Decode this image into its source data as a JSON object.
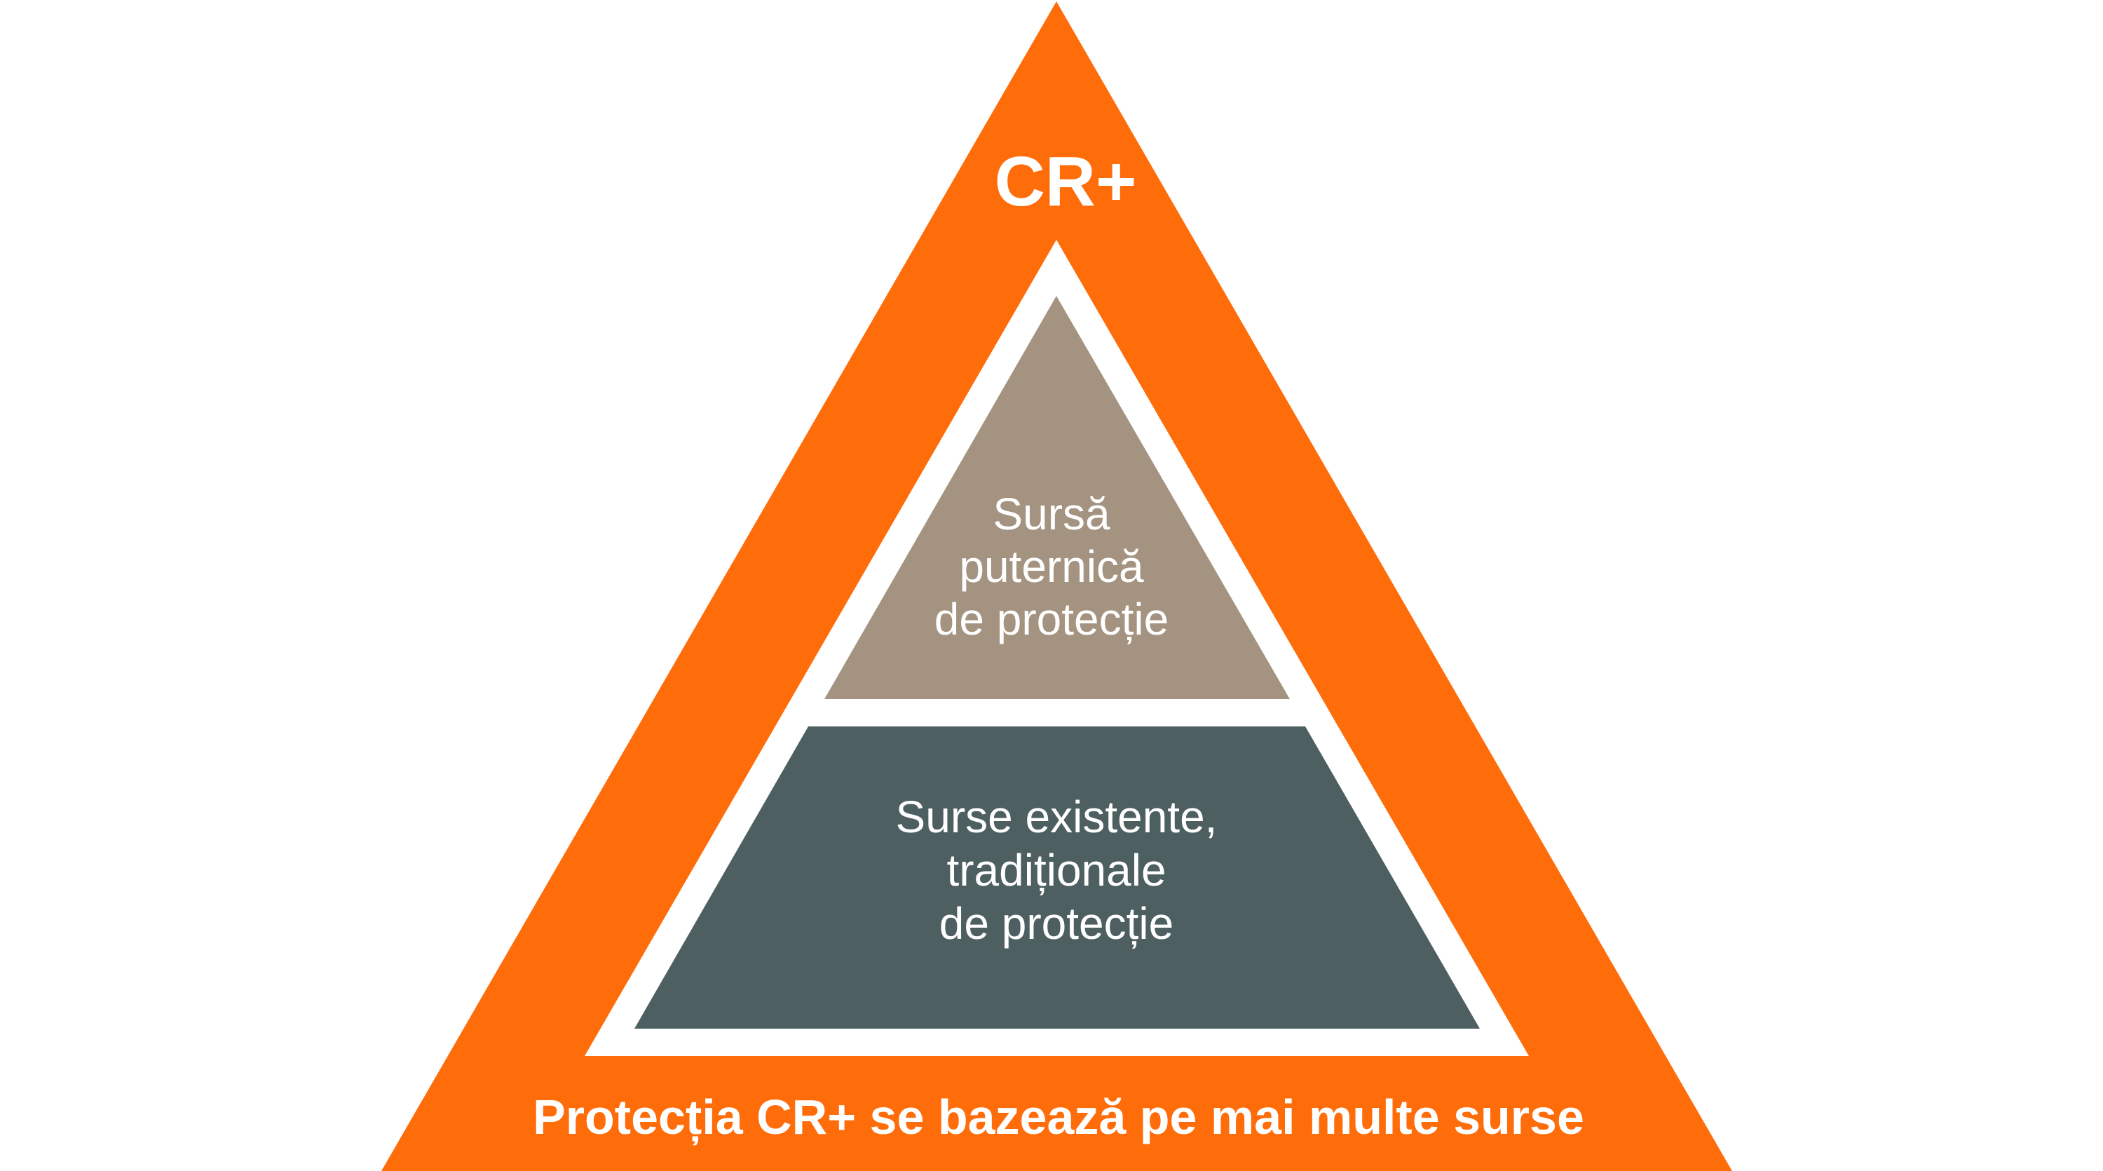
{
  "colors": {
    "outer": "#FF6C0A",
    "gap": "#FFFFFF",
    "top_section": "#A39380",
    "bottom_section": "#4D5F60",
    "text": "#FFFFFF"
  },
  "outer": {
    "top_label": "CR+",
    "bottom_label": "Protecția CR+ se bazează pe mai multe surse"
  },
  "top_section": {
    "lines": [
      "Sursă",
      "puternică",
      "de protecție"
    ]
  },
  "bottom_section": {
    "lines": [
      "Surse existente,",
      "tradiționale",
      "de protecție"
    ]
  }
}
